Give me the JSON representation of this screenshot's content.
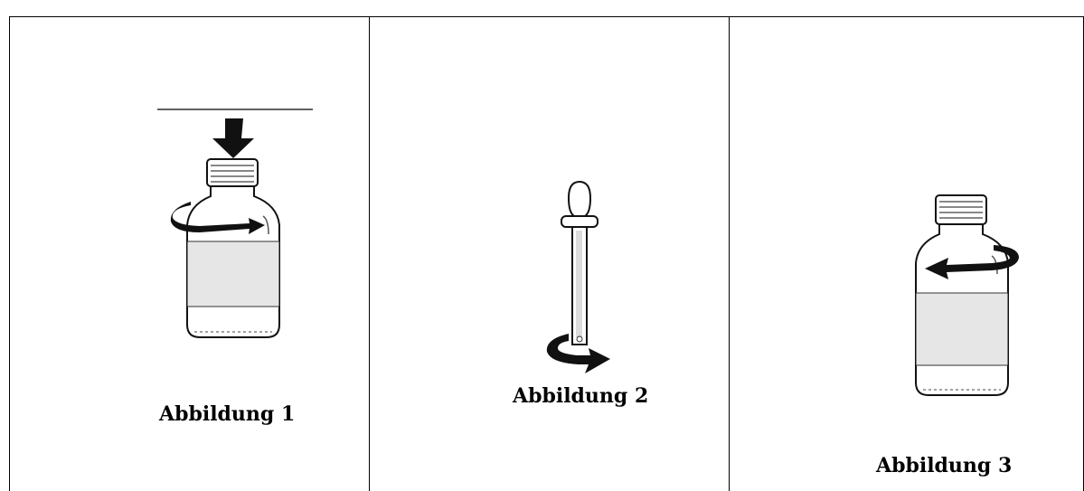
{
  "figures": [
    {
      "caption": "Abbildung 1"
    },
    {
      "caption": "Abbildung 2"
    },
    {
      "caption": "Abbildung 3"
    }
  ]
}
